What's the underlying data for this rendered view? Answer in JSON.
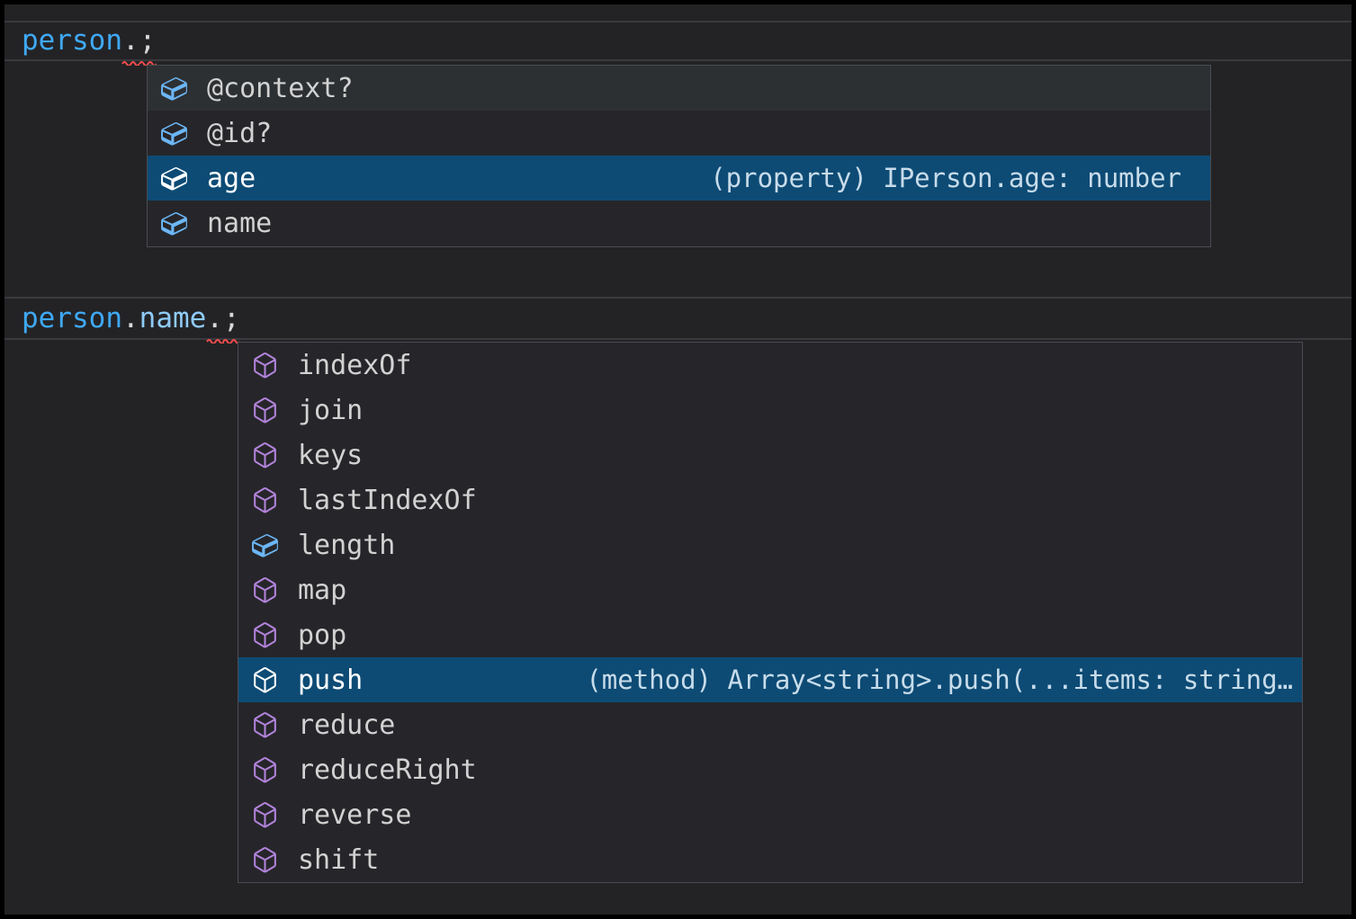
{
  "editor": {
    "background_color": "#232326",
    "selection_color": "#0d4b75",
    "squiggle_color": "#f14c4c",
    "field_icon_color": "#6cb6f5",
    "method_icon_color": "#b283db"
  },
  "section1": {
    "code": {
      "object": "person",
      "dot": ".",
      "semicolon": ";"
    },
    "suggest": {
      "items": [
        {
          "label": "@context?",
          "kind": "field"
        },
        {
          "label": "@id?",
          "kind": "field"
        },
        {
          "label": "age",
          "kind": "field",
          "selected": true,
          "detail": "(property) IPerson.age: number"
        },
        {
          "label": "name",
          "kind": "field"
        }
      ]
    }
  },
  "section2": {
    "code": {
      "object": "person",
      "dot1": ".",
      "property": "name",
      "dot2": ".",
      "semicolon": ";"
    },
    "suggest": {
      "items": [
        {
          "label": "indexOf",
          "kind": "method"
        },
        {
          "label": "join",
          "kind": "method"
        },
        {
          "label": "keys",
          "kind": "method"
        },
        {
          "label": "lastIndexOf",
          "kind": "method"
        },
        {
          "label": "length",
          "kind": "field"
        },
        {
          "label": "map",
          "kind": "method"
        },
        {
          "label": "pop",
          "kind": "method"
        },
        {
          "label": "push",
          "kind": "method",
          "selected": true,
          "detail": "(method) Array<string>.push(...items: string…"
        },
        {
          "label": "reduce",
          "kind": "method"
        },
        {
          "label": "reduceRight",
          "kind": "method"
        },
        {
          "label": "reverse",
          "kind": "method"
        },
        {
          "label": "shift",
          "kind": "method"
        }
      ]
    }
  }
}
